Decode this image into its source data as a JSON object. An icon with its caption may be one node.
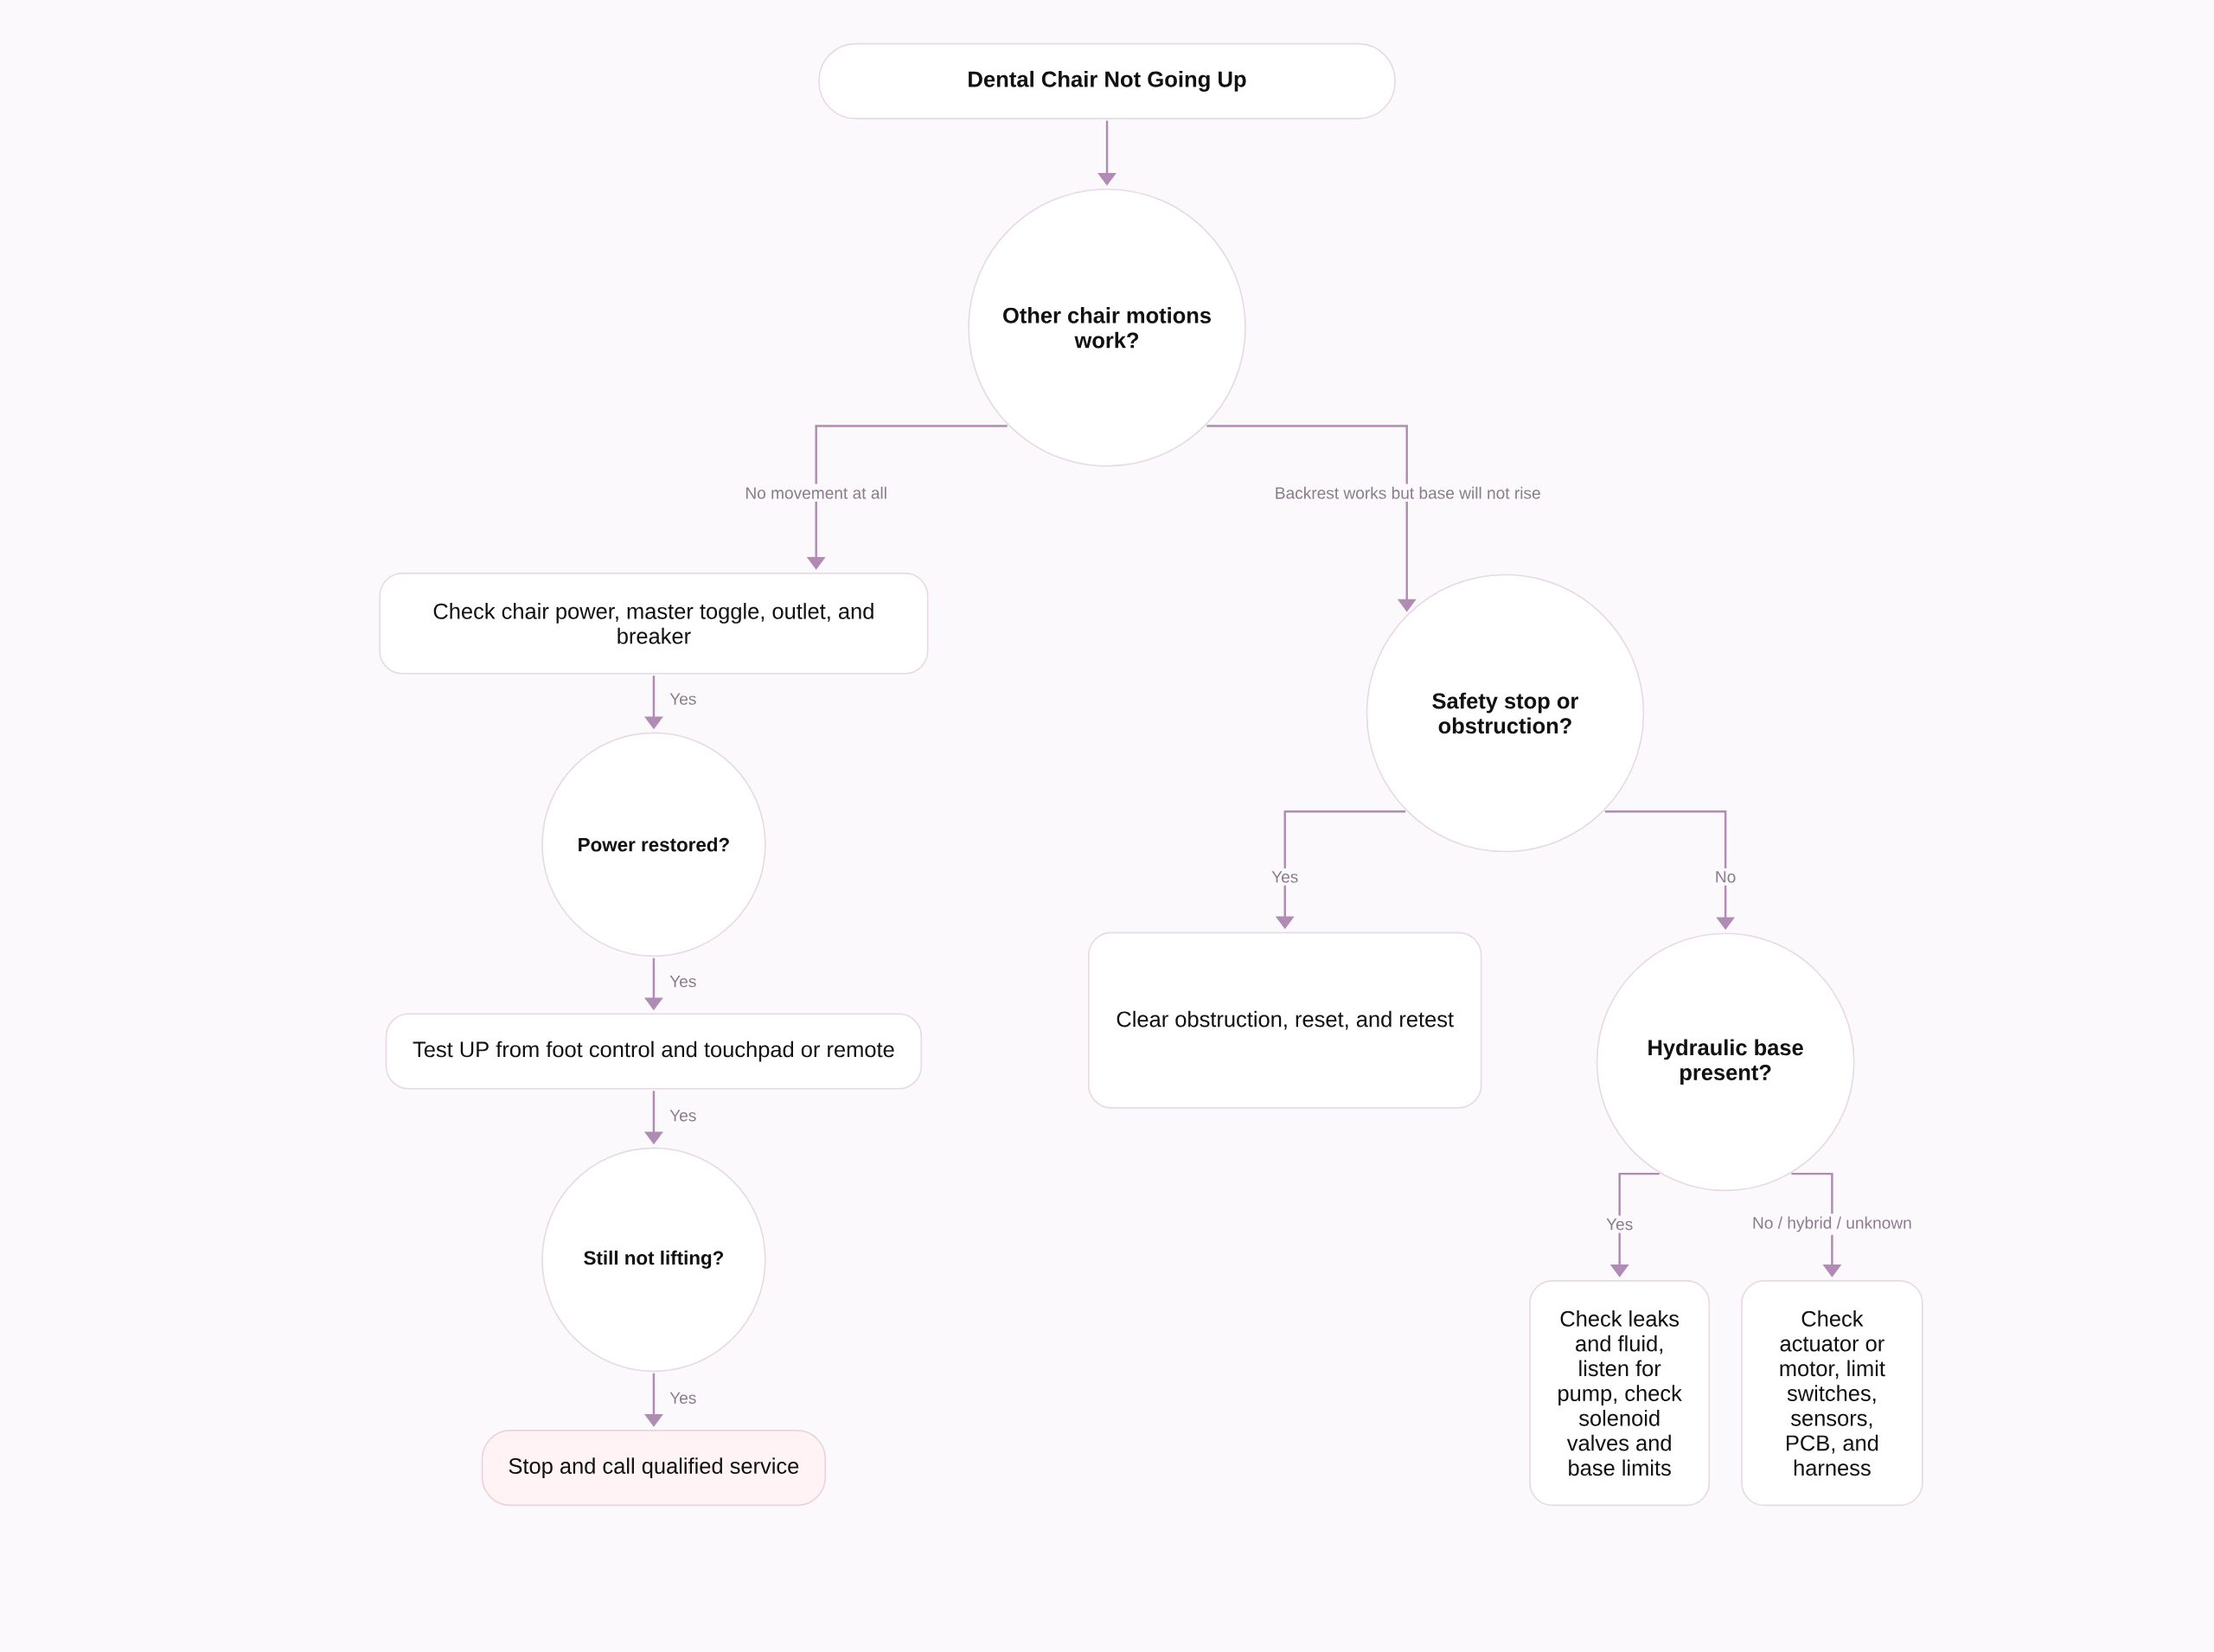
{
  "diagram": {
    "nodes": [
      {
        "text": [
          "Dental Chair Not Going Up"
        ]
      },
      {
        "text": [
          "Other chair motions work?"
        ]
      },
      {
        "text": [
          "Check chair power, master toggle, outlet, and breaker"
        ]
      },
      {
        "text": [
          "Power restored?"
        ]
      },
      {
        "text": [
          "Test UP from foot control and touchpad or remote"
        ]
      },
      {
        "text": [
          "Still not lifting?"
        ]
      },
      {
        "text": [
          "Stop and call qualified service"
        ]
      },
      {
        "text": [
          "Safety stop or obstruction?"
        ]
      },
      {
        "text": [
          "Clear obstruction, reset, and retest"
        ]
      },
      {
        "text": [
          "Hydraulic base present?"
        ]
      },
      {
        "text": [
          "Check leaks and fluid, listen for pump, check solenoid valves and base limits"
        ]
      },
      {
        "text": [
          "Check actuator or motor, limit switches, sensors, PCB, and harness"
        ]
      }
    ],
    "edges": [
      {
        "from": 0,
        "to": 1,
        "arrow": "to"
      },
      {
        "from": 1,
        "to": 2,
        "arrow": "to",
        "label": "No movement at all"
      },
      {
        "from": 1,
        "to": 7,
        "arrow": "to",
        "label": "Backrest works but base will not rise"
      },
      {
        "from": 2,
        "to": 3,
        "arrow": "to",
        "label": "Yes"
      },
      {
        "from": 3,
        "to": 4,
        "arrow": "to",
        "label": "Yes"
      },
      {
        "from": 4,
        "to": 5,
        "arrow": "to",
        "label": "Yes"
      },
      {
        "from": 5,
        "to": 6,
        "arrow": "to",
        "label": "Yes"
      },
      {
        "from": 7,
        "to": 8,
        "arrow": "to",
        "label": "Yes"
      },
      {
        "from": 7,
        "to": 9,
        "arrow": "to",
        "label": "No"
      },
      {
        "from": 9,
        "to": 10,
        "arrow": "to",
        "label": "Yes"
      },
      {
        "from": 9,
        "to": 11,
        "arrow": "to",
        "label": "No / hybrid / unknown"
      }
    ]
  }
}
